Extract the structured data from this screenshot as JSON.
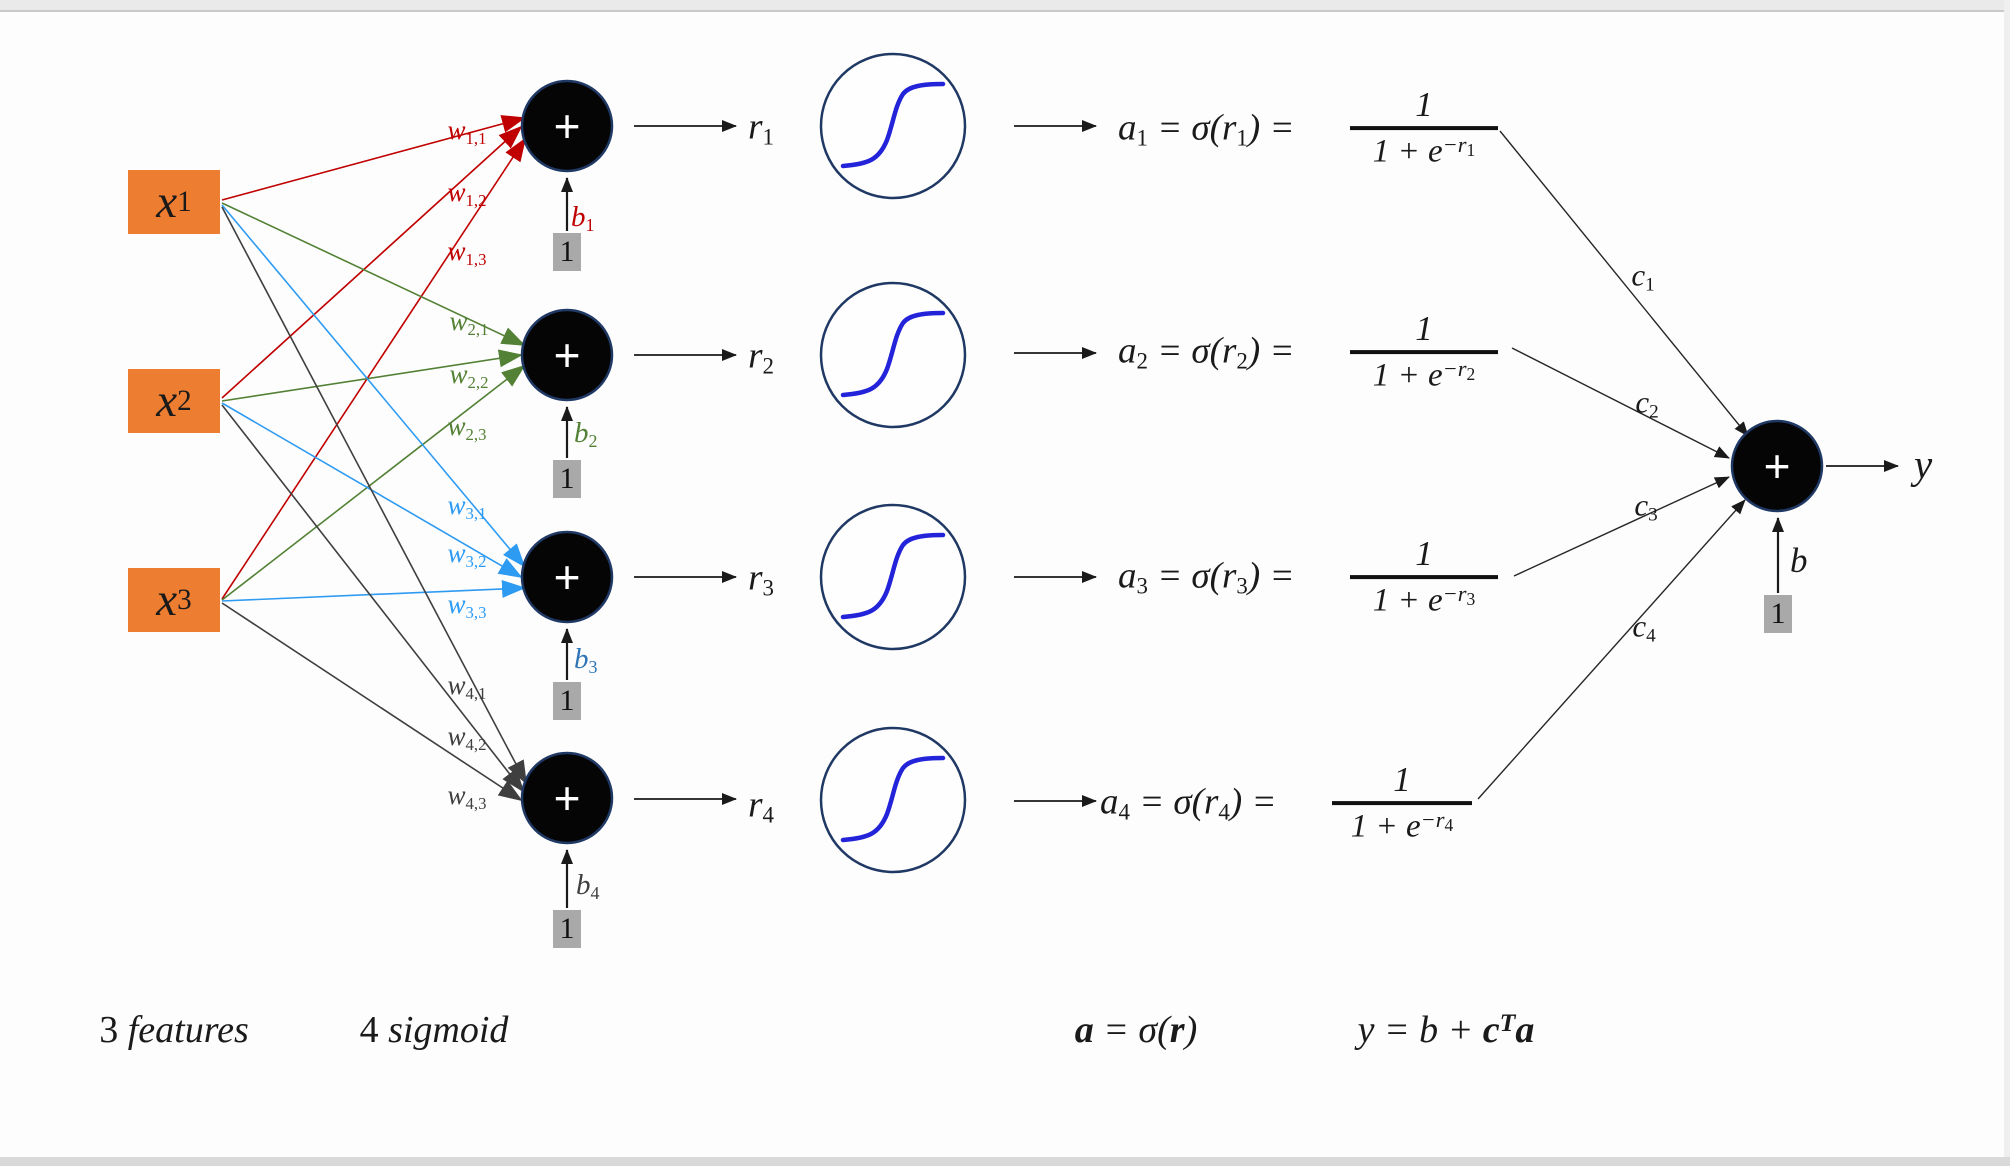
{
  "colors": {
    "feature_box": "#ED7D31",
    "weights_row1": "#C00000",
    "weights_row2": "#538135",
    "weights_row3": "#2E9BF3",
    "weights_row4": "#3F3F3F",
    "bias3_label": "#2E75B6",
    "neuron_fill": "#050505",
    "circle_border": "#1F3864",
    "sigmoid_curve": "#2323D9",
    "bias_box": "#A9A9A9"
  },
  "plus": "+",
  "features": [
    {
      "base": "x",
      "sub": "1"
    },
    {
      "base": "x",
      "sub": "2"
    },
    {
      "base": "x",
      "sub": "3"
    }
  ],
  "weights": [
    {
      "base": "w",
      "sub": "1,1"
    },
    {
      "base": "w",
      "sub": "1,2"
    },
    {
      "base": "w",
      "sub": "1,3"
    },
    {
      "base": "w",
      "sub": "2,1"
    },
    {
      "base": "w",
      "sub": "2,2"
    },
    {
      "base": "w",
      "sub": "2,3"
    },
    {
      "base": "w",
      "sub": "3,1"
    },
    {
      "base": "w",
      "sub": "3,2"
    },
    {
      "base": "w",
      "sub": "3,3"
    },
    {
      "base": "w",
      "sub": "4,1"
    },
    {
      "base": "w",
      "sub": "4,2"
    },
    {
      "base": "w",
      "sub": "4,3"
    }
  ],
  "biases": [
    {
      "base": "b",
      "sub": "1",
      "one": "1"
    },
    {
      "base": "b",
      "sub": "2",
      "one": "1"
    },
    {
      "base": "b",
      "sub": "3",
      "one": "1"
    },
    {
      "base": "b",
      "sub": "4",
      "one": "1"
    }
  ],
  "r_labels": [
    {
      "base": "r",
      "sub": "1"
    },
    {
      "base": "r",
      "sub": "2"
    },
    {
      "base": "r",
      "sub": "3"
    },
    {
      "base": "r",
      "sub": "4"
    }
  ],
  "equations": {
    "a_base": "a",
    "mid": " = σ(r",
    "close": ") = ",
    "numerator": "1",
    "den_pre": "1 + e",
    "den_sup": "−r",
    "rows": [
      {
        "idx": "1"
      },
      {
        "idx": "2"
      },
      {
        "idx": "3"
      },
      {
        "idx": "4"
      }
    ]
  },
  "c_labels": [
    {
      "base": "c",
      "sub": "1"
    },
    {
      "base": "c",
      "sub": "2"
    },
    {
      "base": "c",
      "sub": "3"
    },
    {
      "base": "c",
      "sub": "4"
    }
  ],
  "output": {
    "y": "y",
    "b": "b",
    "one": "1"
  },
  "captions": {
    "features": {
      "num": "3 ",
      "word": "features"
    },
    "sigmoid": {
      "num": "4 ",
      "word": "sigmoid"
    },
    "vector": {
      "a": "a",
      "eq": " = ",
      "sig": "σ(",
      "r": "r",
      "close": ")"
    },
    "readout": {
      "pre": "y = b + ",
      "c": "c",
      "sup": "T",
      "a": "a"
    }
  }
}
